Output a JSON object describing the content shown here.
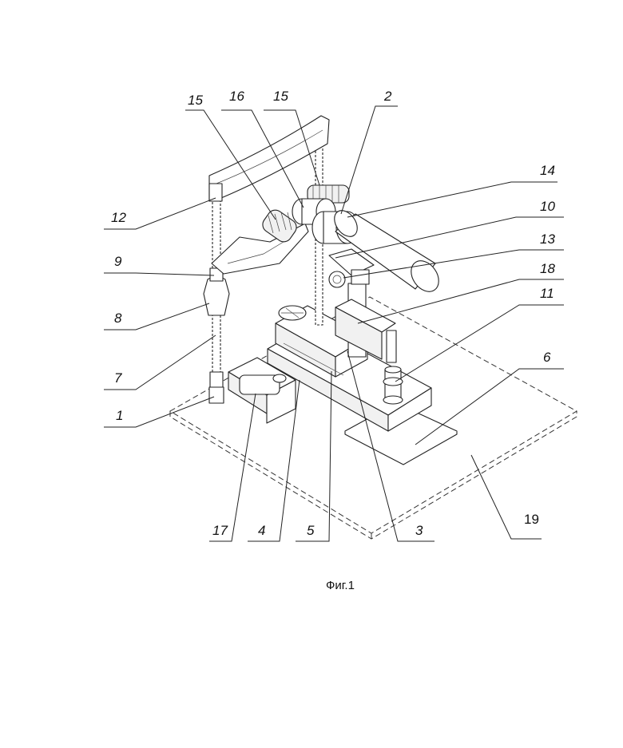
{
  "figure": {
    "caption": "Фиг.1",
    "labels": [
      {
        "id": "l15a",
        "text": "15"
      },
      {
        "id": "l16",
        "text": "16"
      },
      {
        "id": "l15b",
        "text": "15"
      },
      {
        "id": "l2",
        "text": "2"
      },
      {
        "id": "l14",
        "text": "14"
      },
      {
        "id": "l12",
        "text": "12"
      },
      {
        "id": "l10",
        "text": "10"
      },
      {
        "id": "l13",
        "text": "13"
      },
      {
        "id": "l9",
        "text": "9"
      },
      {
        "id": "l18",
        "text": "18"
      },
      {
        "id": "l11",
        "text": "11"
      },
      {
        "id": "l8",
        "text": "8"
      },
      {
        "id": "l7",
        "text": "7"
      },
      {
        "id": "l6",
        "text": "6"
      },
      {
        "id": "l1",
        "text": "1"
      },
      {
        "id": "l19",
        "text": "19"
      },
      {
        "id": "l17",
        "text": "17"
      },
      {
        "id": "l4",
        "text": "4"
      },
      {
        "id": "l5",
        "text": "5"
      },
      {
        "id": "l3",
        "text": "3"
      }
    ]
  }
}
